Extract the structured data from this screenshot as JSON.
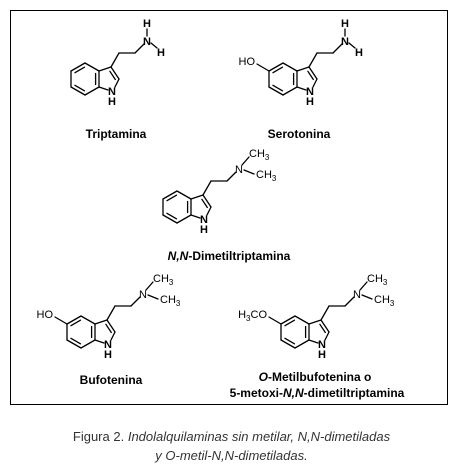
{
  "molecules": [
    {
      "name": "Triptamina",
      "atoms": {
        "n_ring": "N",
        "n_ring_h": "H",
        "amine_n": "N",
        "amine_h1": "H",
        "amine_h2": "H"
      }
    },
    {
      "name": "Serotonina",
      "atoms": {
        "n_ring": "N",
        "n_ring_h": "H",
        "amine_n": "N",
        "amine_h1": "H",
        "amine_h2": "H",
        "substituent": "HO"
      }
    },
    {
      "name_italic": "N,N",
      "name_rest": "-Dimetiltriptamina",
      "atoms": {
        "n_ring": "N",
        "n_ring_h": "H",
        "amine_n": "N",
        "methyl_1": "CH3",
        "methyl_2": "CH3"
      }
    },
    {
      "name": "Bufotenina",
      "atoms": {
        "n_ring": "N",
        "n_ring_h": "H",
        "amine_n": "N",
        "methyl_1": "CH3",
        "methyl_2": "CH3",
        "substituent": "HO"
      }
    },
    {
      "name_line1_italic": "O",
      "name_line1_rest": "-Metilbufotenina o",
      "name_line2_a": "5-metoxi-",
      "name_line2_italic": "N,N",
      "name_line2_b": "-dimetiltriptamina",
      "atoms": {
        "n_ring": "N",
        "n_ring_h": "H",
        "amine_n": "N",
        "methyl_1": "CH3",
        "methyl_2": "CH3",
        "substituent": "H3CO"
      }
    }
  ],
  "caption": {
    "label": "Figura 2.",
    "line1_italic": "Indolalquilaminas sin metilar, N,N-dimetiladas",
    "line2_italic": "y O-metil-N,N-dimetiladas."
  }
}
